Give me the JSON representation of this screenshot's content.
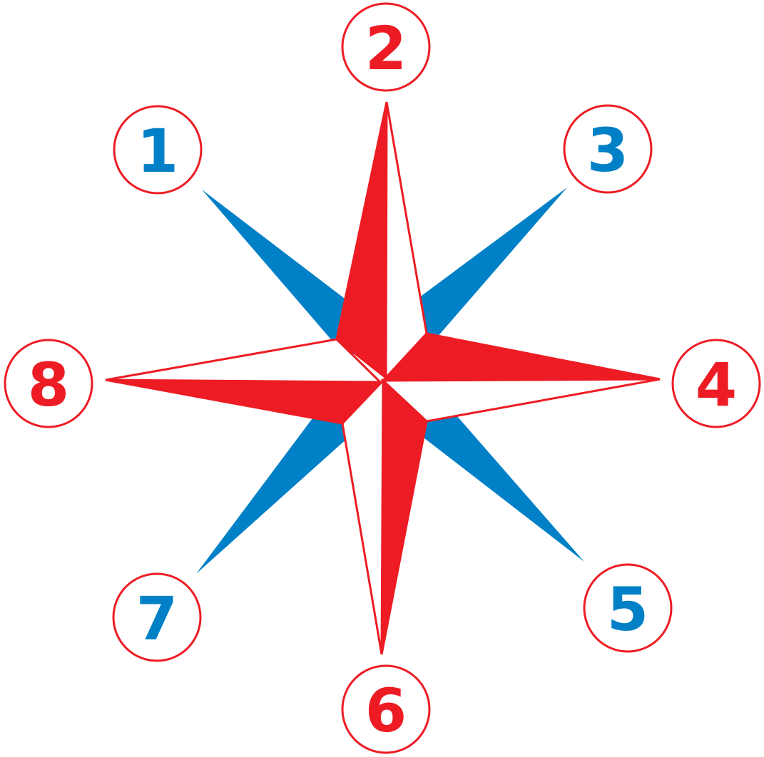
{
  "colors": {
    "red": "#ED1C24",
    "blue": "#0080C6",
    "white": "#FFFFFF"
  },
  "labels": [
    {
      "number": "1",
      "color": "blue"
    },
    {
      "number": "2",
      "color": "red"
    },
    {
      "number": "3",
      "color": "blue"
    },
    {
      "number": "4",
      "color": "red"
    },
    {
      "number": "5",
      "color": "blue"
    },
    {
      "number": "6",
      "color": "red"
    },
    {
      "number": "7",
      "color": "blue"
    },
    {
      "number": "8",
      "color": "red"
    }
  ]
}
